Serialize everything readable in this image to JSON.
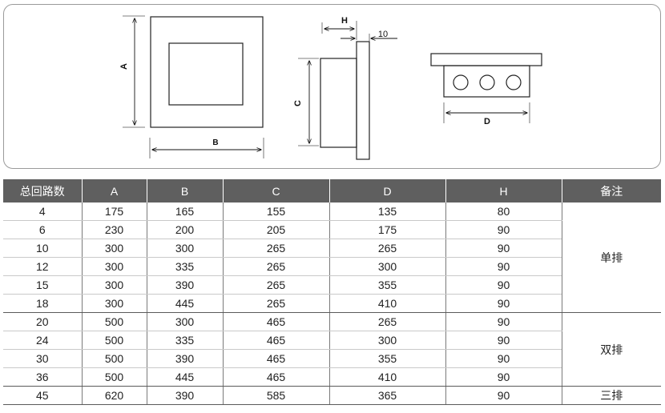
{
  "diagram": {
    "labels": {
      "a": "A",
      "b": "B",
      "c": "C",
      "h": "H",
      "thickness": "10",
      "d": "D"
    }
  },
  "table": {
    "headers": [
      "总回路数",
      "A",
      "B",
      "C",
      "D",
      "H",
      "备注"
    ],
    "groups": [
      {
        "note": "单排",
        "rows": [
          [
            "4",
            "175",
            "165",
            "155",
            "135",
            "80"
          ],
          [
            "6",
            "230",
            "200",
            "205",
            "175",
            "90"
          ],
          [
            "10",
            "300",
            "300",
            "265",
            "265",
            "90"
          ],
          [
            "12",
            "300",
            "335",
            "265",
            "300",
            "90"
          ],
          [
            "15",
            "300",
            "390",
            "265",
            "355",
            "90"
          ],
          [
            "18",
            "300",
            "445",
            "265",
            "410",
            "90"
          ]
        ]
      },
      {
        "note": "双排",
        "rows": [
          [
            "20",
            "500",
            "300",
            "465",
            "265",
            "90"
          ],
          [
            "24",
            "500",
            "335",
            "465",
            "300",
            "90"
          ],
          [
            "30",
            "500",
            "390",
            "465",
            "355",
            "90"
          ],
          [
            "36",
            "500",
            "445",
            "465",
            "410",
            "90"
          ]
        ]
      },
      {
        "note": "三排",
        "rows": [
          [
            "45",
            "620",
            "390",
            "585",
            "365",
            "90"
          ]
        ]
      }
    ]
  }
}
